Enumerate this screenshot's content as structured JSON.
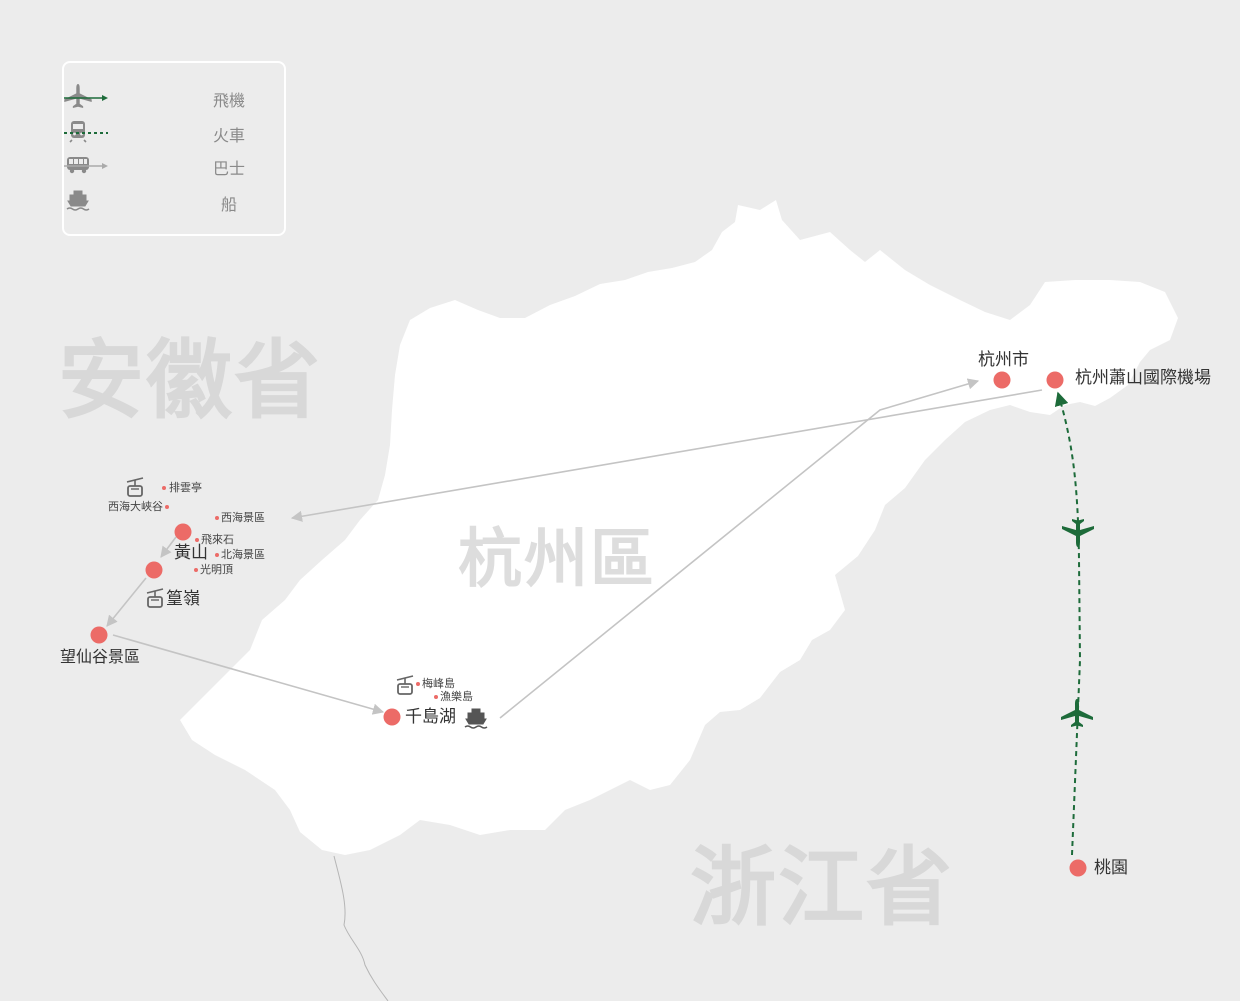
{
  "legend": {
    "items": [
      {
        "icon": "airplane-icon",
        "line": "solid-green-arrow",
        "label": "飛機"
      },
      {
        "icon": "train-icon",
        "line": "dashed-green",
        "label": "火車"
      },
      {
        "icon": "bus-icon",
        "line": "solid-gray-arrow",
        "label": "巴士"
      },
      {
        "icon": "ship-icon",
        "line": "none",
        "label": "船"
      }
    ]
  },
  "regions": {
    "anhui": "安徽省",
    "hangzhou_district": "杭州區",
    "zhejiang": "浙江省"
  },
  "places": {
    "hangzhou_city": "杭州市",
    "xiaoshan_airport": "杭州蕭山國際機場",
    "taoyuan": "桃園",
    "huangshan": "黃山",
    "huangling": "篁嶺",
    "wangxiangu": "望仙谷景區",
    "qiandaohu": "千島湖"
  },
  "scenic_spots": {
    "paiyunting": "排雲亭",
    "xihai_canyon": "西海大峽谷",
    "xihai_area": "西海景區",
    "feilaishi": "飛來石",
    "beihai_area": "北海景區",
    "guangmingding": "光明頂",
    "meifeng_island": "梅峰島",
    "yule_island": "漁樂島"
  },
  "colors": {
    "background": "#ececec",
    "land": "#ffffff",
    "marker": "#ec6b67",
    "flight": "#1d6b3a",
    "bus": "#c4c4c4",
    "legend_text": "#8a8a8a",
    "region_text": "#d2d2d2",
    "icon": "#666666"
  }
}
